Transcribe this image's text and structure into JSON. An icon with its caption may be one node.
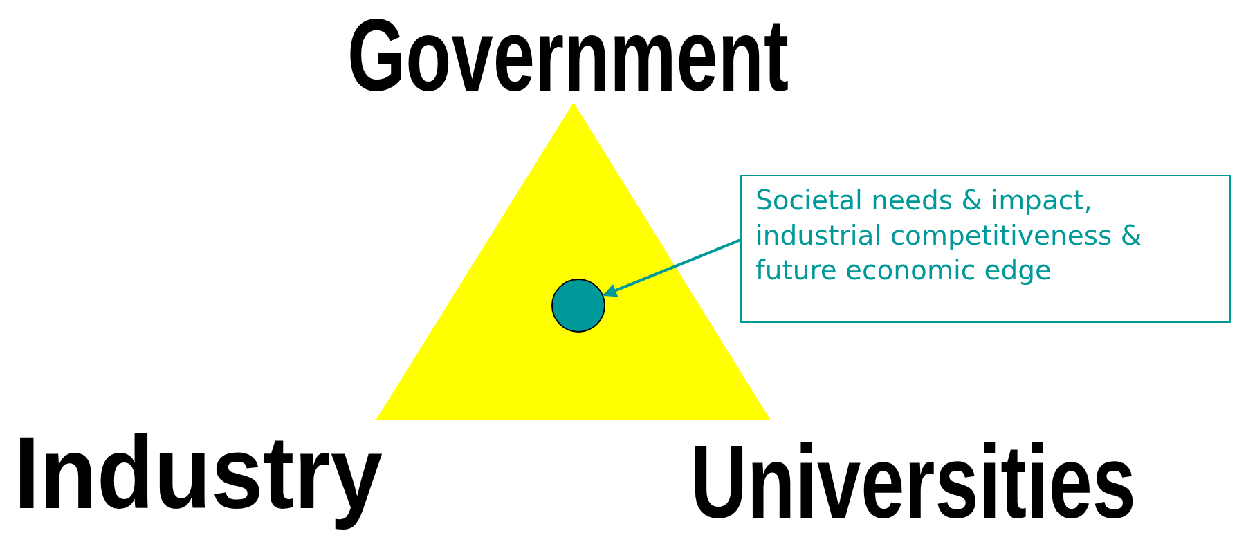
{
  "diagram": {
    "nodes": [
      {
        "text": [
          "Societal needs & impact, industrial competitiveness & future economic edge"
        ]
      },
      {
        "text": [],
        "shape": "circle"
      }
    ],
    "edges": [
      {
        "from": 0,
        "to": 1,
        "arrow": "to"
      }
    ],
    "labels": [
      "Government",
      "Industry",
      "Universities"
    ]
  }
}
